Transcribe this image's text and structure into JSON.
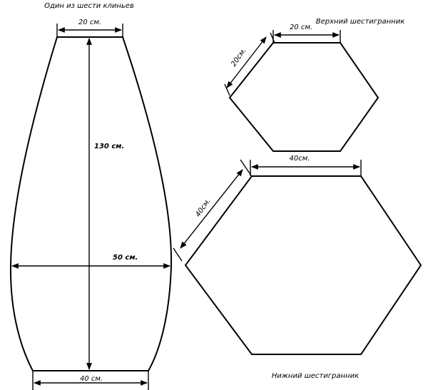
{
  "wedge": {
    "title": "Один из шести клиньев",
    "top_width": "20 см.",
    "height": "130 см.",
    "max_width": "50 см.",
    "bottom_width": "40 см."
  },
  "upper_hexagon": {
    "title": "Верхний шестигранник",
    "top_side": "20 см.",
    "slant_side": "20см."
  },
  "lower_hexagon": {
    "title": "Нижний шестигранник",
    "top_side": "40см.",
    "slant_side": "40см."
  }
}
